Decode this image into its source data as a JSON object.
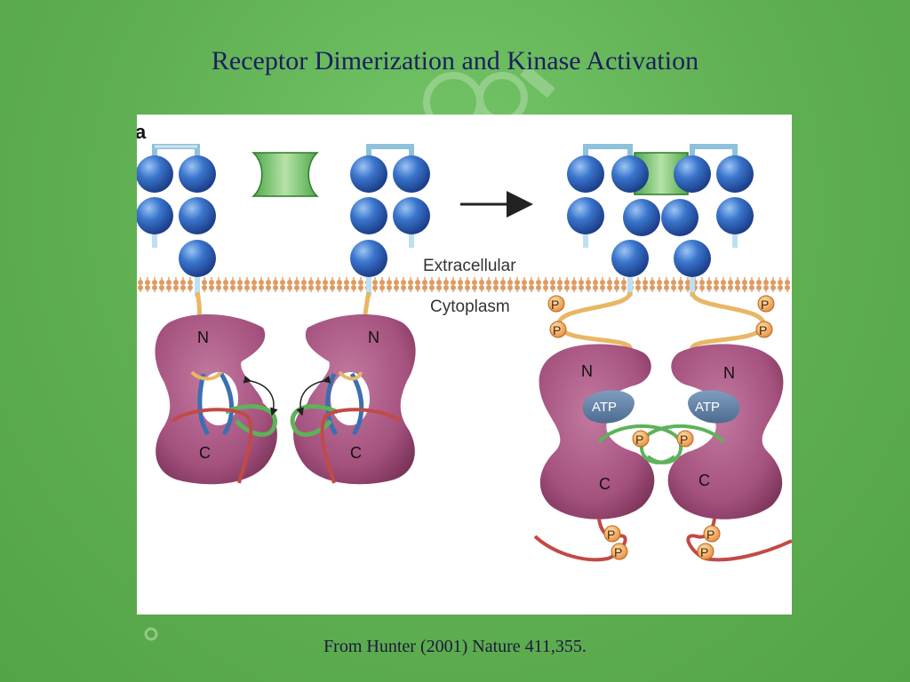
{
  "slide": {
    "title": "Receptor Dimerization and Kinase Activation",
    "citation": "From Hunter (2001)  Nature 411,355."
  },
  "figure": {
    "panel_label": "a",
    "extracellular_label": "Extracellular",
    "cytoplasm_label": "Cytoplasm",
    "lobe_n": "N",
    "lobe_c": "C",
    "atp_label": "ATP",
    "phospho_label": "P"
  },
  "colors": {
    "background_green": "#5fae52",
    "title_navy": "#1b1f5e",
    "domain_blue": "#2a5fb8",
    "kinase_magenta": "#a8537f",
    "membrane_orange": "#d98a4e",
    "ligand_green": "#6cc066",
    "loop_green": "#5db25a",
    "loop_blue": "#3b6fb0",
    "tail_red": "#c24a46",
    "linker_yellow": "#e8b765",
    "atp_slate": "#5f7fa0",
    "phospho_orange": "#f0a550"
  }
}
